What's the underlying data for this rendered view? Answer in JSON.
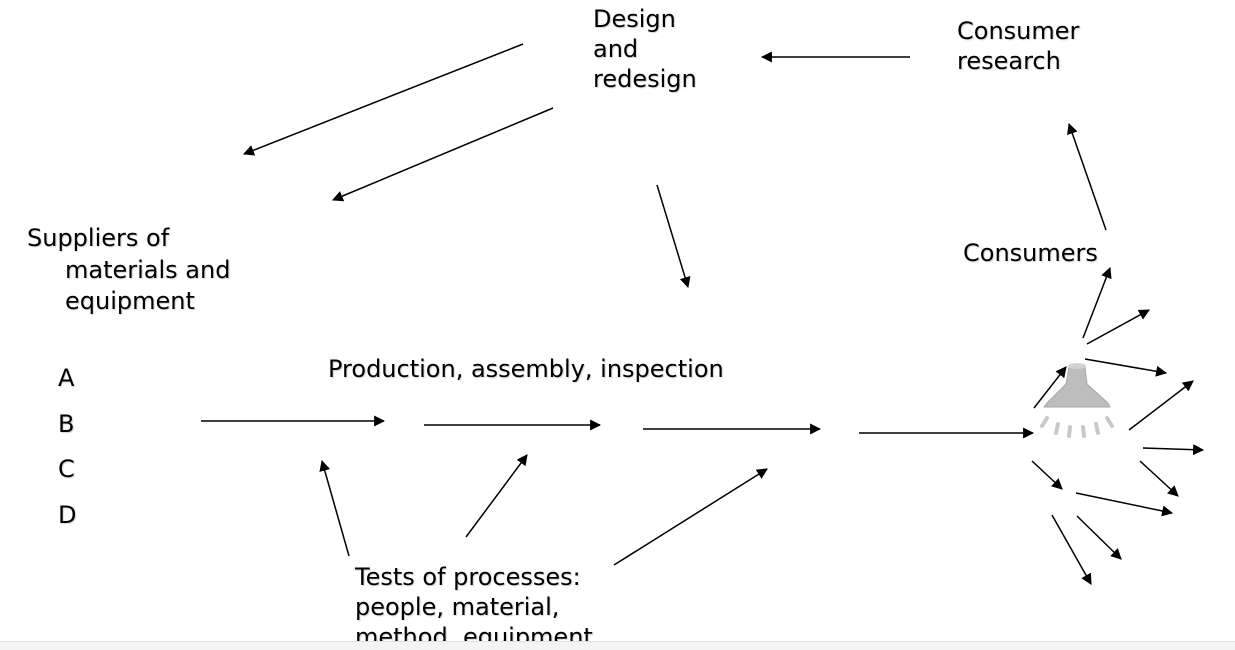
{
  "diagram": {
    "labels": {
      "design": [
        "Design",
        "and",
        "redesign"
      ],
      "consumer_research": [
        "Consumer",
        "research"
      ],
      "suppliers": [
        "Suppliers of",
        "materials and",
        "equipment"
      ],
      "supplier_list": [
        "A",
        "B",
        "C",
        "D"
      ],
      "production": "Production, assembly, inspection",
      "consumers": "Consumers",
      "tests": [
        "Tests of processes:",
        "people, material,",
        "method, equipment"
      ]
    },
    "icons": {
      "distribution": "lamp-icon"
    },
    "colors": {
      "ink": "#000000",
      "lamp_shade": "#bdbdbd",
      "lamp_rays": "#c9c9c9"
    }
  }
}
